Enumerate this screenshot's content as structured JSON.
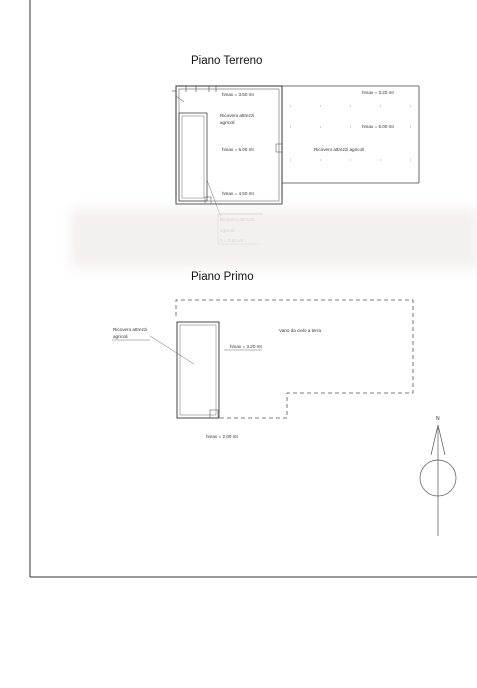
{
  "page": {
    "titles": {
      "ground": "Piano Terreno",
      "first": "Piano Primo"
    },
    "labels": {
      "ground_hmax_top_left": "hmax = 3.50 mt",
      "ground_room_name_1": "Ricovero attrezzi",
      "ground_room_name_2": "agricoli",
      "ground_hmax_center": "hmax = 6.00 mt",
      "ground_hmax_bottom": "hmax = 4.50 mt",
      "ground_right_top": "hmax = 3.20 mt",
      "ground_right_mid": "hmax = 5.00 mt",
      "ground_right_room": "Ricovero attrezzi agricoli",
      "ground_note_1": "Ricovero attrezzi",
      "ground_note_2": "agricoli",
      "ground_note_3": "h = 2.50 mt",
      "first_room_1": "Ricovero attrezzi",
      "first_room_2": "agricoli",
      "first_hmax": "hmax = 3.20 mt",
      "first_void": "Vano da cielo a terra",
      "first_hmax_bottom": "hmax = 2.00 mt",
      "north": "N"
    }
  }
}
